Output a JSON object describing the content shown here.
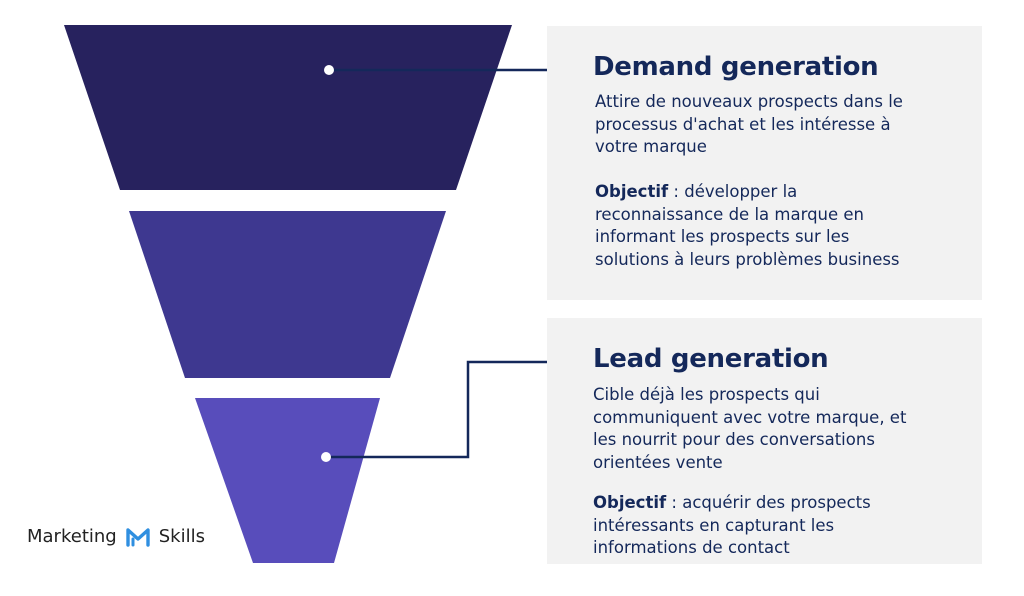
{
  "stages": [
    {
      "title": "Demand generation",
      "description_lines": [
        "Attire de nouveaux prospects dans le",
        "processus d'achat et les intéresse à",
        "votre marque"
      ],
      "objective_label": "Objectif",
      "objective_lines": [
        " : développer la",
        "reconnaissance de la marque en",
        "informant les prospects sur les",
        "solutions à leurs problèmes business"
      ]
    },
    {
      "title": "Lead generation",
      "description_lines": [
        "Cible déjà les prospects qui",
        "communiquent  avec votre marque, et",
        "les nourrit pour des conversations",
        "orientées vente"
      ],
      "objective_label": "Objectif",
      "objective_lines": [
        " : acquérir des prospects",
        "intéressants en capturant les",
        "informations de contact"
      ]
    }
  ],
  "brand": {
    "left_word": "Marketing",
    "right_word": "Skills",
    "logo_icon": "m-logo-icon",
    "logo_color": "#2f8fe0"
  },
  "colors": {
    "funnel_top": "#27225e",
    "funnel_middle": "#3e3890",
    "funnel_bottom": "#584dbb",
    "connector": "#14285a",
    "card_background": "#f2f2f2",
    "text": "#14285a"
  }
}
